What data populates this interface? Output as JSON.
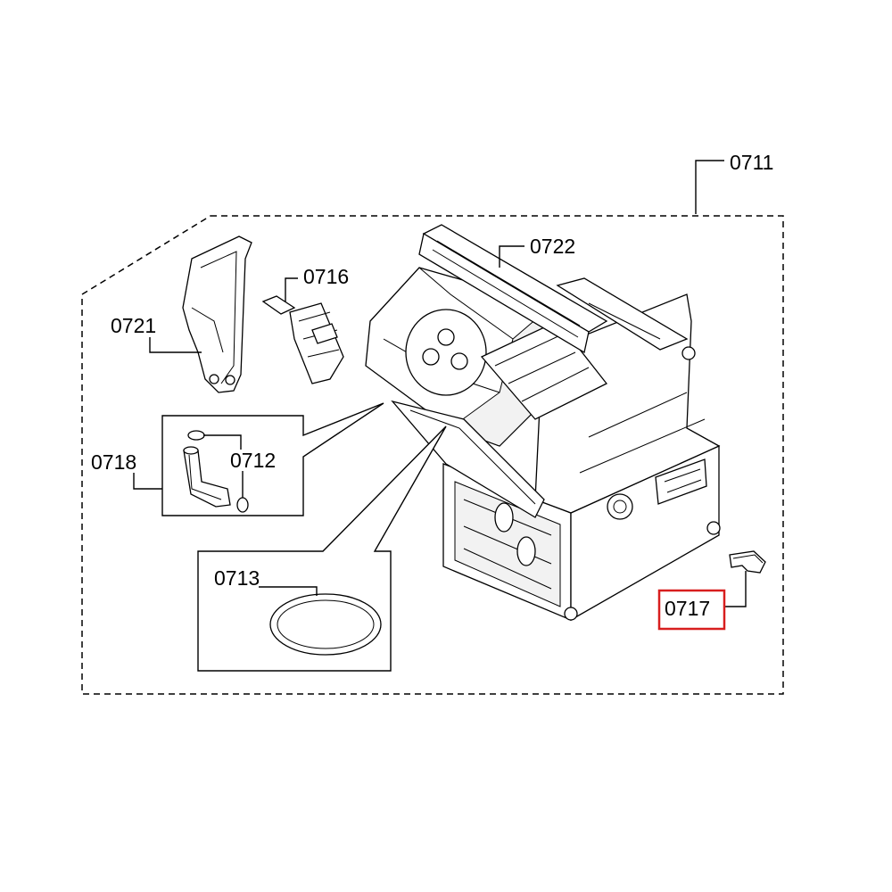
{
  "diagram": {
    "labels": {
      "assembly": "0711",
      "seal_small": "0712",
      "gasket_ring": "0713",
      "sensor": "0716",
      "clip": "0717",
      "pipe_elbow": "0718",
      "lever": "0721",
      "cover_plate": "0722"
    },
    "highlighted_part": "0717",
    "highlight_color": "#d81e1e"
  }
}
